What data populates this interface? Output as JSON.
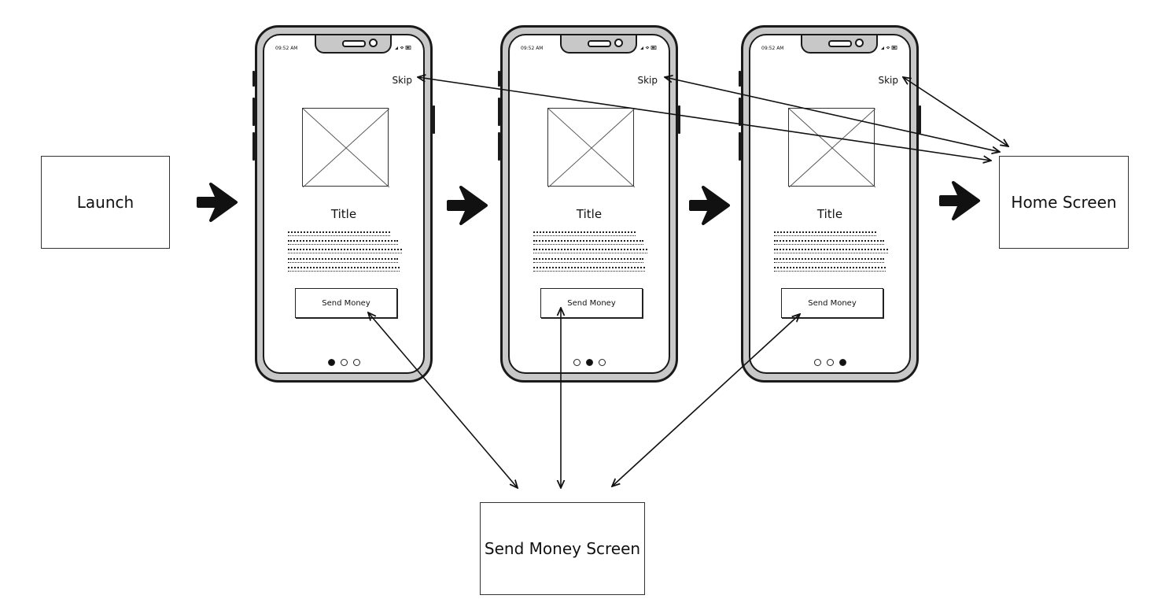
{
  "boxes": {
    "launch": "Launch",
    "home": "Home Screen",
    "send_money": "Send Money Screen"
  },
  "screens": [
    {
      "time": "09:52 AM",
      "skip": "Skip",
      "title": "Title",
      "button": "Send Money",
      "active_dot": 0
    },
    {
      "time": "09:52 AM",
      "skip": "Skip",
      "title": "Title",
      "button": "Send Money",
      "active_dot": 1
    },
    {
      "time": "09:52 AM",
      "skip": "Skip",
      "title": "Title",
      "button": "Send Money",
      "active_dot": 2
    }
  ],
  "colors": {
    "phone_frame": "#c8c8c8",
    "ink": "#1a1a1a"
  }
}
